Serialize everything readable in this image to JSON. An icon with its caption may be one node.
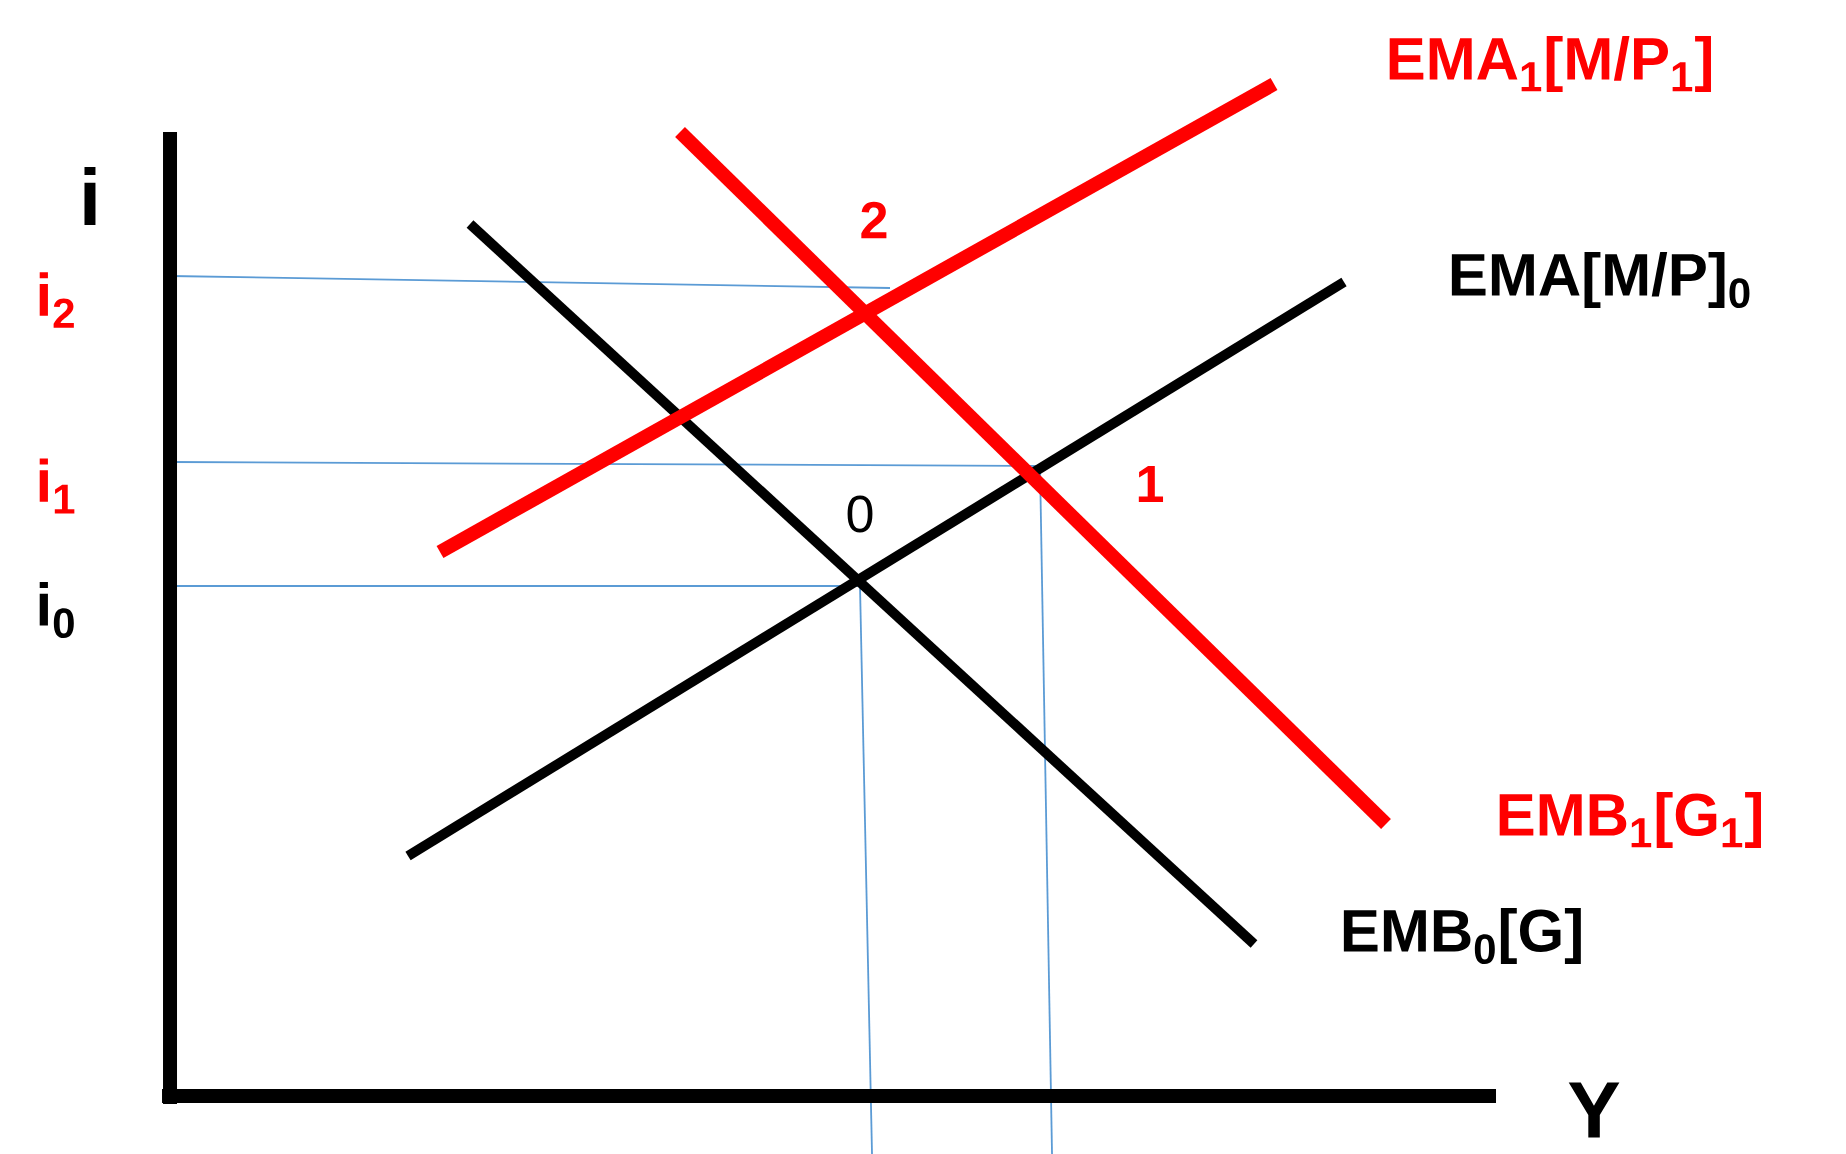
{
  "diagram": {
    "labels": [
      "EMA$_{1}$[M/P$_{1}$]",
      "i",
      "2",
      "i$_{2}$",
      "EMA[M/P]$_{0}$",
      "i$_{1}$",
      "1",
      "0",
      "i$_{0}$",
      "EMB$_{1}$[G$_{1}$]",
      "EMB$_{0}$[G]",
      "Y"
    ]
  }
}
